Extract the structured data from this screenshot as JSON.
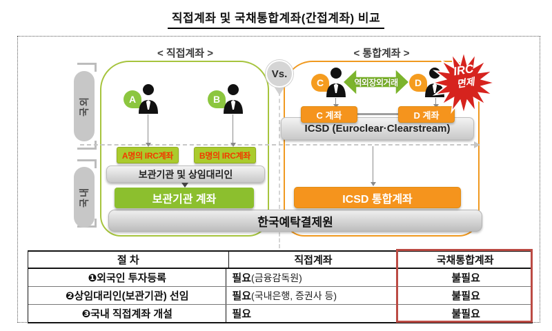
{
  "title": "직접계좌 및 국채통합계좌(간접계좌) 비교",
  "diagram": {
    "vs": "Vs.",
    "region_foreign": "국외",
    "region_domestic": "국내",
    "ksd": "한국예탁결제원",
    "left_panel": {
      "header": "< 직접계좌 >",
      "investor_a": "A",
      "investor_b": "B",
      "irc_account_a": "A명의 IRC계좌",
      "irc_account_b": "B명의 IRC계좌",
      "custodian": "보관기관 및 상임대리인",
      "custodian_account": "보관기관  계좌"
    },
    "right_panel": {
      "header": "< 통합계좌 >",
      "investor_c": "C",
      "investor_d": "D",
      "otc_trade": "역외장외거래",
      "irc_exempt_line1": "IRC",
      "irc_exempt_line2": "면제",
      "account_c": "C 계좌",
      "account_d": "D 계좌",
      "icsd": "ICSD (Euroclear·Clearstream)",
      "icsd_omnibus": "ICSD 통합계좌"
    }
  },
  "table": {
    "headers": [
      "절 차",
      "직접계좌",
      "국채통합계좌"
    ],
    "rows": [
      {
        "procedure": "❶외국인 투자등록",
        "direct": "필요",
        "direct_note": "(금융감독원)",
        "omnibus": "불필요"
      },
      {
        "procedure": "❷상임대리인(보관기관) 선임",
        "direct": "필요",
        "direct_note": "(국내은행, 증권사 등)",
        "omnibus": "불필요"
      },
      {
        "procedure": "❸국내 직접계좌 개설",
        "direct": "필요",
        "direct_note": "",
        "omnibus": "불필요"
      }
    ]
  },
  "colors": {
    "green_accent": "#8cbf2e",
    "yellow_green": "#aacb2d",
    "orange_accent": "#f5941d",
    "red_text": "#f13a00",
    "starburst_red": "#d6231e",
    "table_highlight_border": "#bc4b44",
    "gray_box": "#c9c9c9"
  }
}
